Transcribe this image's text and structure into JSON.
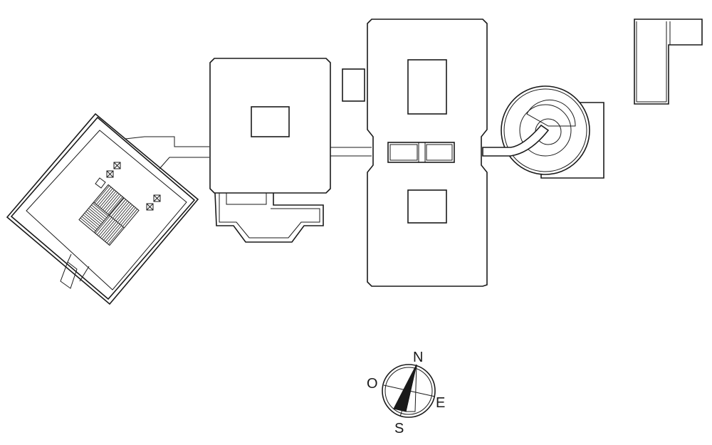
{
  "compass": {
    "north_label": "N",
    "south_label": "S",
    "east_label": "E",
    "west_label": "O"
  },
  "colors": {
    "line": "#1a1a1a",
    "background": "#ffffff"
  }
}
